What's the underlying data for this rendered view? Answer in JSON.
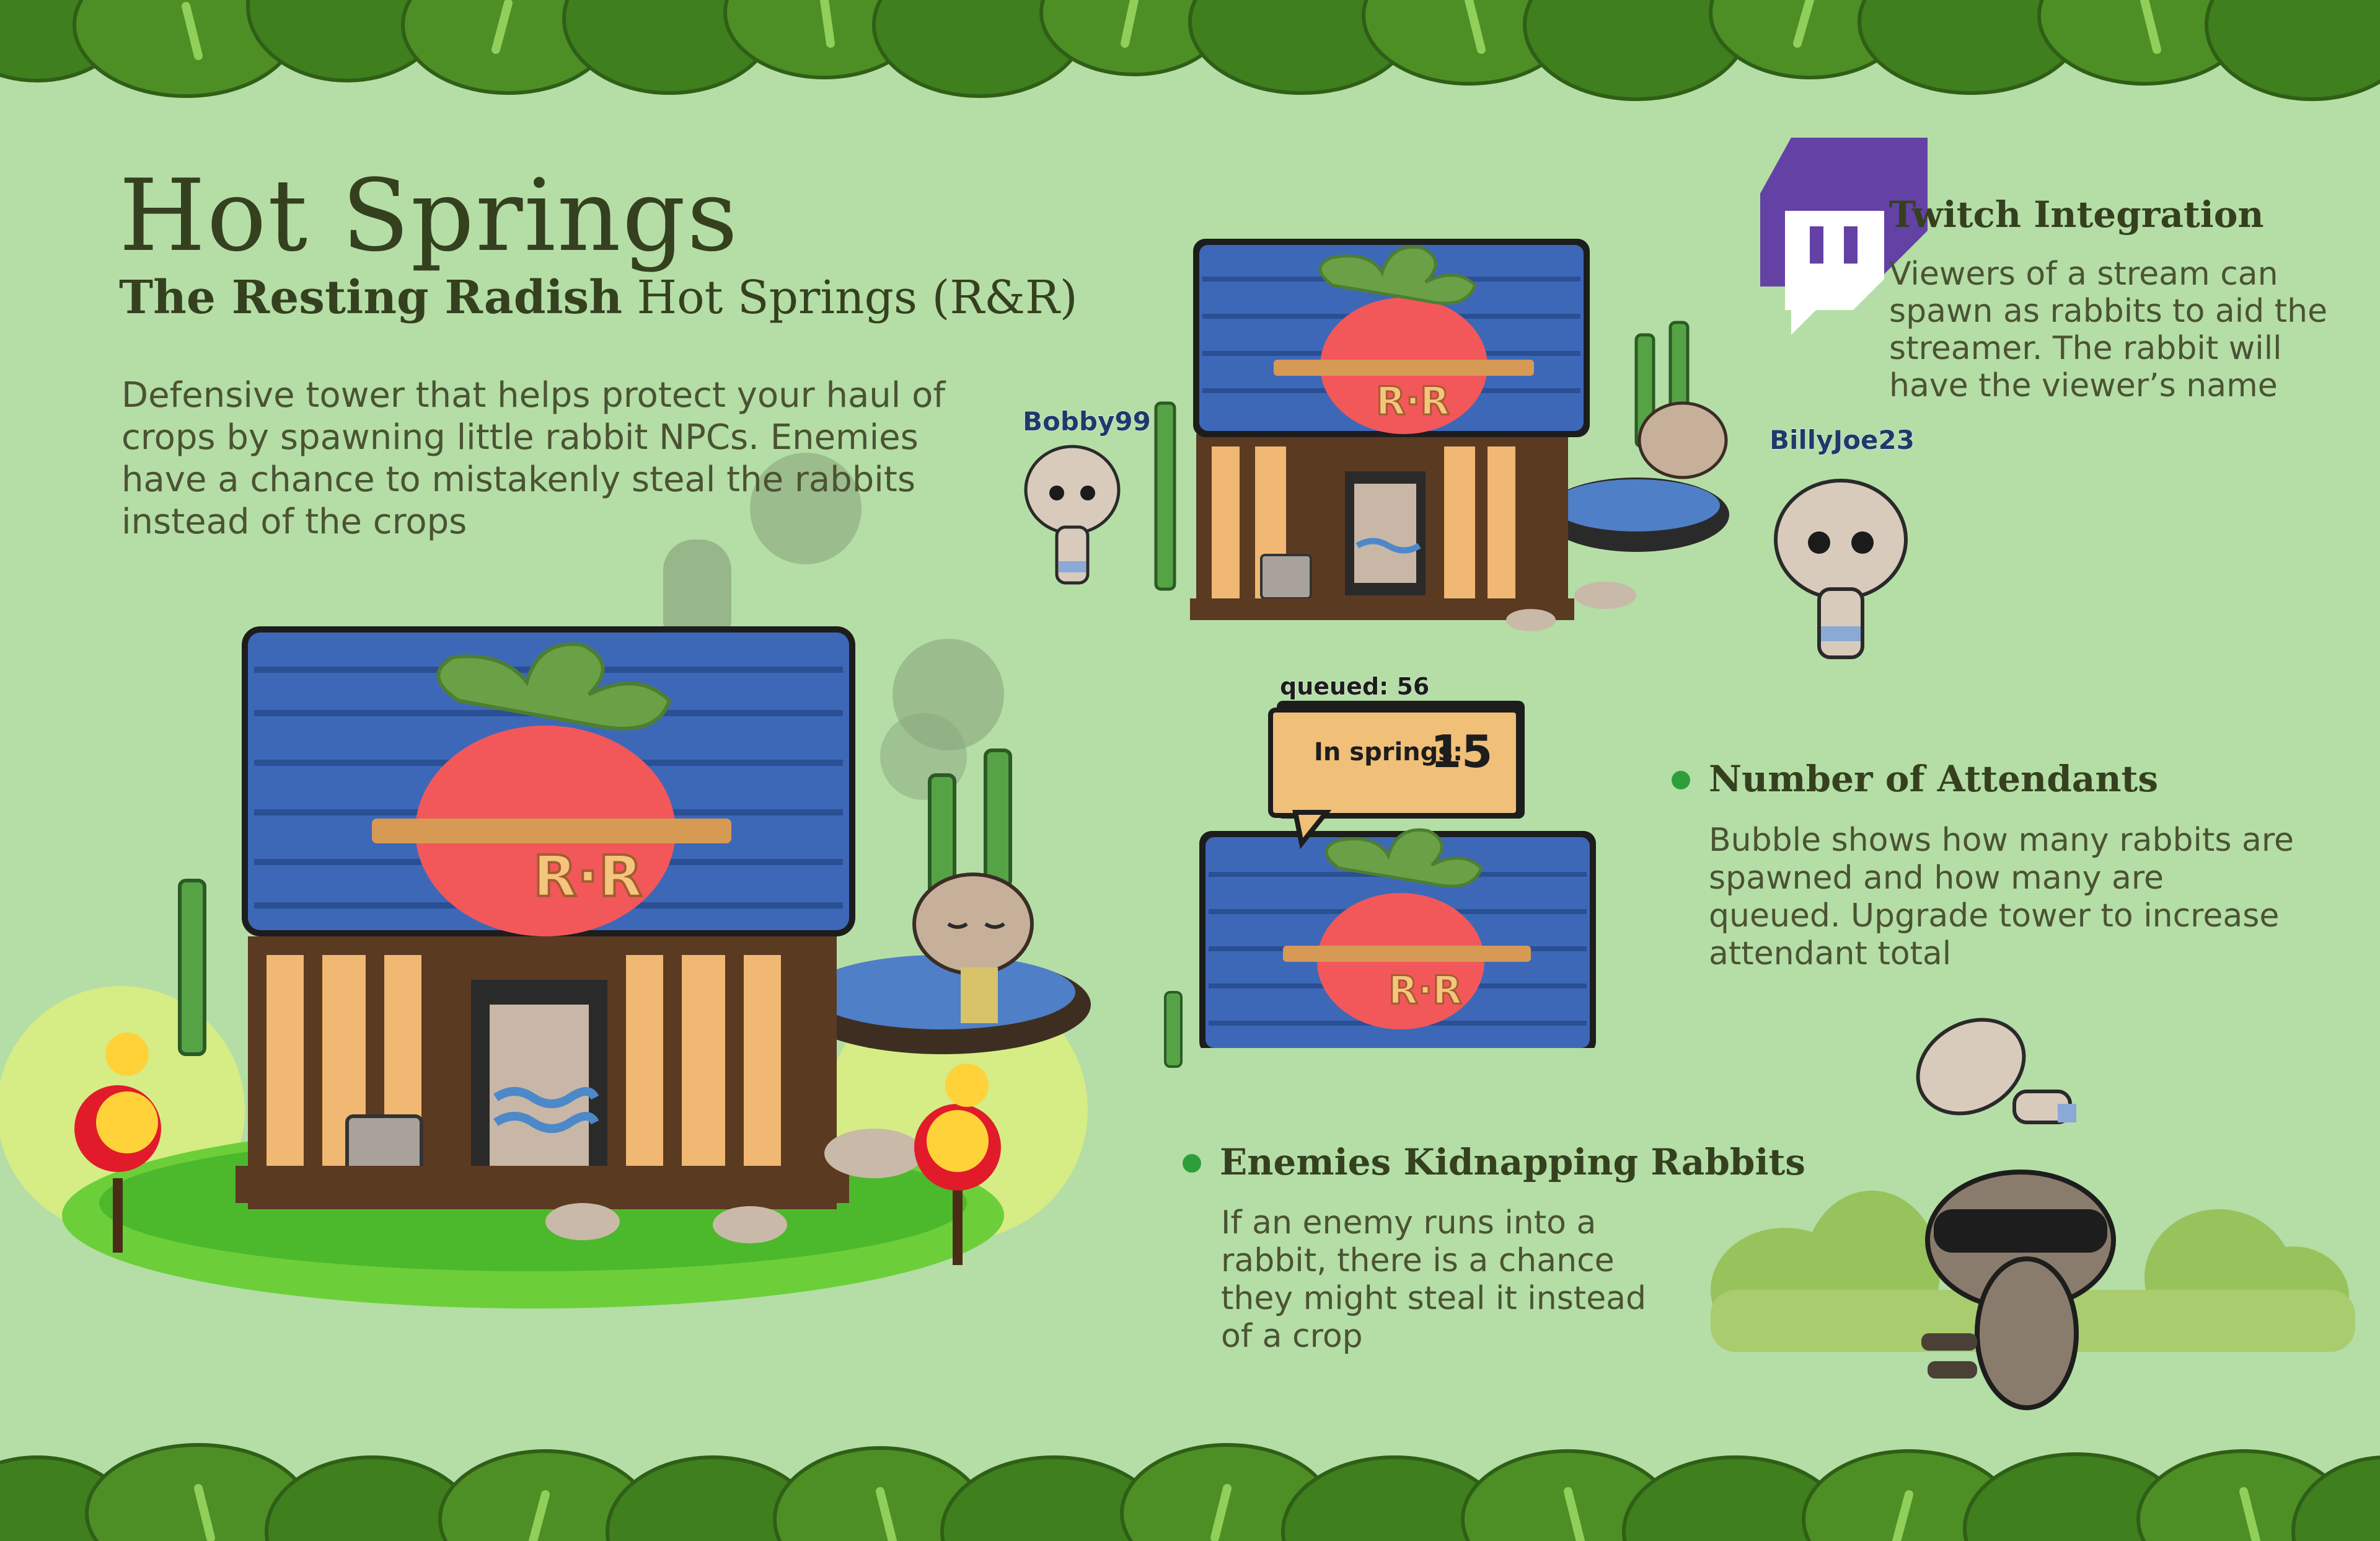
{
  "title": "Hot Springs",
  "subtitle": {
    "bold": "The Resting Radish",
    "rest": " Hot Springs (R&R)"
  },
  "intro": "Defensive tower that helps protect your haul of crops by spawning little rabbit NPCs. Enemies have a chance to mistakenly steal the rabbits instead of the crops",
  "sign_text": "R·R",
  "twitch": {
    "icon": "twitch-logo-icon",
    "heading": "Twitch Integration",
    "body": "Viewers of a stream can spawn as rabbits to aid the streamer. The rabbit will have the viewer’s name",
    "usernames": [
      "Bobby99",
      "BillyJoe23"
    ]
  },
  "attendants": {
    "heading": "Number of Attendants",
    "body": "Bubble shows how many rabbits are spawned and how many are queued. Upgrade tower to increase attendant total",
    "queued_label": "queued: 56",
    "in_springs_label": "In springs:",
    "in_springs_value": "15"
  },
  "kidnap": {
    "heading": "Enemies Kidnapping Rabbits",
    "body": "If an enemy runs into a rabbit, there is a chance they might steal it instead of a crop"
  },
  "colors": {
    "background": "#b4dea6",
    "leaf_dark": "#3f7f1e",
    "leaf_mid": "#5b9c2c",
    "roof_blue": "#3d68b8",
    "radish_red": "#f2585a",
    "radish_leaf": "#6aa147",
    "twitch_purple": "#6441a5",
    "bullet_green": "#2e9e3a"
  }
}
